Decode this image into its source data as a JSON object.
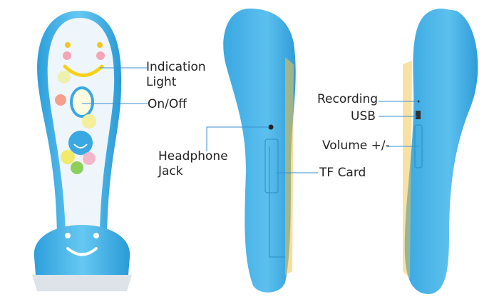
{
  "labels": {
    "indication_light": [
      "Indication",
      "Light"
    ],
    "on_off": "On/Off",
    "headphone_jack": [
      "Headphone",
      "Jack"
    ],
    "tf_card": "TF Card",
    "recording": "Recording",
    "usb": "USB",
    "volume": "Volume +/-"
  },
  "colors": {
    "body": "#4db8ec",
    "body_dark": "#2a9fd8",
    "leader_line": "#3a8fd0",
    "smile": "#f5d21a"
  }
}
